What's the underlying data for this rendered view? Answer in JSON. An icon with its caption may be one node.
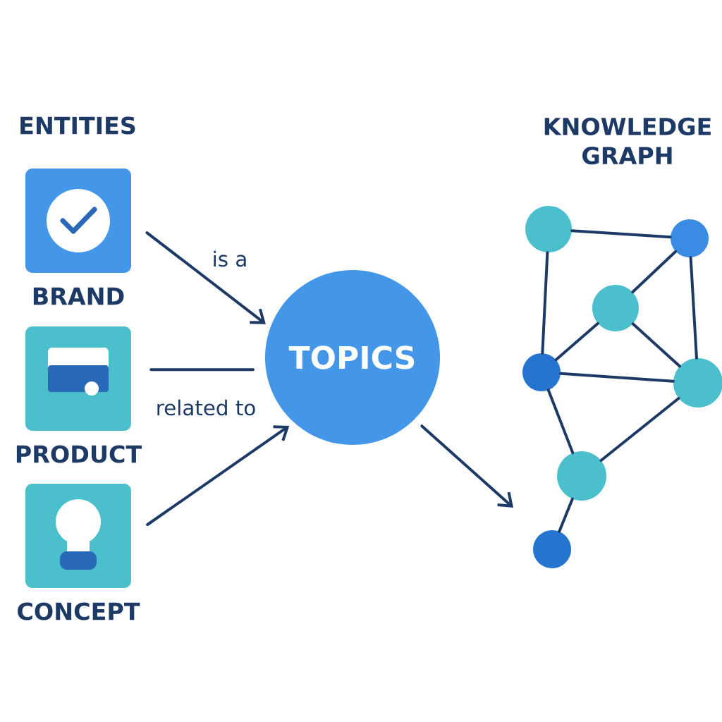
{
  "diagram": {
    "nodes": [
      {
        "text": [
          "BRAND"
        ]
      },
      {
        "text": [
          "PRODUCT"
        ]
      },
      {
        "text": [
          "CONCEPT"
        ]
      },
      {
        "text": [
          "TOPICS"
        ]
      },
      {
        "text": [],
        "shape": "circle"
      },
      {
        "text": [],
        "shape": "circle"
      },
      {
        "text": [],
        "shape": "circle"
      },
      {
        "text": [],
        "shape": "circle"
      },
      {
        "text": [],
        "shape": "circle"
      },
      {
        "text": [],
        "shape": "circle"
      },
      {
        "text": [],
        "shape": "circle"
      }
    ],
    "edges": [
      {
        "from": 0,
        "to": 3,
        "arrow": "to",
        "label": "is a"
      },
      {
        "from": 1,
        "to": 3,
        "arrow": "none",
        "label": "related to"
      },
      {
        "from": 2,
        "to": 3,
        "arrow": "to"
      },
      {
        "from": 3,
        "to": null,
        "arrow": "to"
      },
      {
        "from": 4,
        "to": 5,
        "arrow": "none"
      },
      {
        "from": 4,
        "to": 7,
        "arrow": "none"
      },
      {
        "from": 5,
        "to": 6,
        "arrow": "none"
      },
      {
        "from": 5,
        "to": 8,
        "arrow": "none"
      },
      {
        "from": 6,
        "to": 7,
        "arrow": "none"
      },
      {
        "from": 6,
        "to": 8,
        "arrow": "none"
      },
      {
        "from": 7,
        "to": 8,
        "arrow": "none"
      },
      {
        "from": 7,
        "to": 9,
        "arrow": "none"
      },
      {
        "from": 8,
        "to": 9,
        "arrow": "none"
      },
      {
        "from": 9,
        "to": 10,
        "arrow": "none"
      }
    ],
    "labels": [
      "ENTITIES",
      "KNOWLEDGE GRAPH"
    ]
  }
}
